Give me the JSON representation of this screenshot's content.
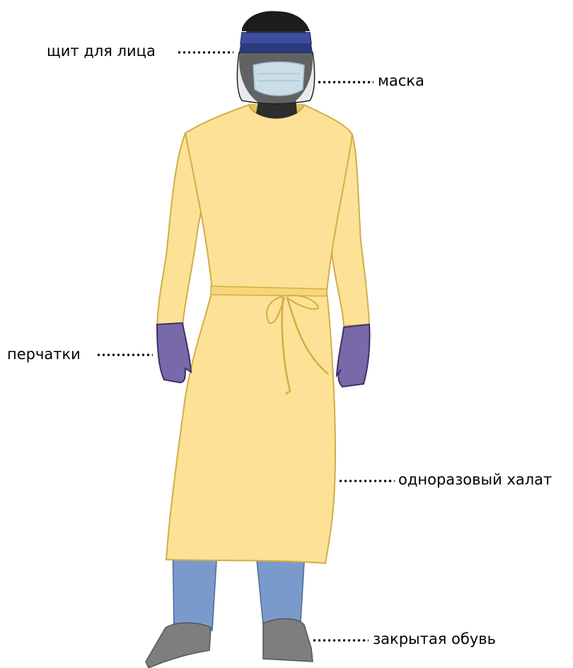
{
  "labels": {
    "face_shield": "щит для лица",
    "mask": "маска",
    "gloves": "перчатки",
    "gown": "одноразовый халат",
    "shoes": "закрытая обувь"
  },
  "colors": {
    "gown_fill": "#FCE196",
    "gown_stroke": "#D2AE45",
    "glove_fill": "#7A69A8",
    "glove_stroke": "#3E2F6A",
    "pants_fill": "#7B9ACC",
    "shoe_fill": "#7E7E7E",
    "skin_fill": "#2E2E2E",
    "shield_band": "#3F4FA0",
    "mask_fill": "#D2ECF6"
  }
}
